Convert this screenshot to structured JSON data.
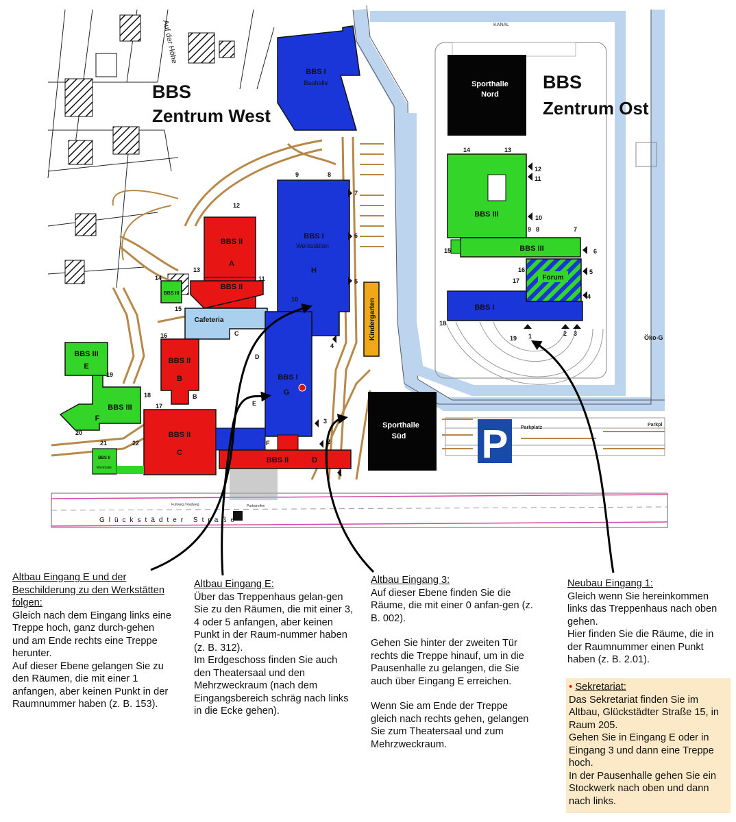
{
  "titles": {
    "west_line1": "BBS",
    "west_line2": "Zentrum West",
    "east_line1": "BBS",
    "east_line2": "Zentrum Ost"
  },
  "streets": {
    "top": "Auf der Höhe",
    "bottom": "Glückstädter Straße",
    "kanal": "KANAL",
    "footpath1": "Fußweg / Radweg",
    "footpath2": "Parkstreifen"
  },
  "buildings": {
    "bbs1_bauhalle": [
      "BBS I",
      "Bauhalle"
    ],
    "bbs1_werkstaetten": [
      "BBS I",
      "Werkstätten",
      "H"
    ],
    "bbs2_a": [
      "BBS II",
      "A"
    ],
    "bbs2_small": "BBS II",
    "bbs3_small": "BBS III",
    "cafeteria": "Cafeteria",
    "bbs2_b": [
      "BBS II",
      "B"
    ],
    "bbs1_g": [
      "BBS I",
      "G"
    ],
    "bbs3_e": [
      "BBS III",
      "E"
    ],
    "bbs3_f": [
      "BBS III",
      "F"
    ],
    "bbs2_c": [
      "BBS II",
      "C"
    ],
    "bbs2_werkhalle": [
      "BBS II",
      "Werkhalle"
    ],
    "bbs2_d": [
      "BBS II",
      "D"
    ],
    "kindergarten": "Kindergarten",
    "sporthalle_sued": [
      "Sporthalle",
      "Süd"
    ],
    "sporthalle_nord": [
      "Sporthalle",
      "Nord"
    ],
    "bbs3_ost": "BBS III",
    "bbs3_ost_lower": "BBS III",
    "forum": "Forum",
    "bbs1_ost": "BBS I",
    "parking_sign": "P",
    "parkplatz1": "Parkplatz",
    "parkplatz2": "Parkpl",
    "oeko": "Öko-G"
  },
  "letters": {
    "c": "C",
    "d": "D",
    "e": "E",
    "f": "F",
    "b": "B"
  },
  "entrances_west": {
    "e1": "1",
    "e2": "2",
    "e3": "3",
    "e4": "4",
    "e5": "5",
    "e6": "6",
    "e7": "7",
    "e8": "8",
    "e9": "9",
    "e10": "10",
    "e11": "11",
    "e12": "12",
    "e13": "13",
    "e14": "14",
    "e15": "15",
    "e16": "16",
    "e17": "17",
    "e18": "18",
    "e19": "19",
    "e20": "20",
    "e21": "21",
    "e22": "22"
  },
  "entrances_east": {
    "e1": "1",
    "e2": "2",
    "e3": "3",
    "e4": "4",
    "e5": "5",
    "e6": "6",
    "e7": "7",
    "e8": "8",
    "e9": "9",
    "e10": "10",
    "e11": "11",
    "e12": "12",
    "e13": "13",
    "e14": "14",
    "e15": "15",
    "e16": "16",
    "e17": "17",
    "e18": "18",
    "e19": "19"
  },
  "notes": {
    "n1": {
      "heading": "Altbau Eingang E und der Beschilderung zu den Werkstätten folgen:",
      "body": "Gleich nach dem Eingang links eine Treppe hoch, ganz durch-gehen und am Ende rechts eine Treppe herunter.\nAuf dieser Ebene gelangen Sie zu den Räumen, die mit einer 1 anfangen, aber keinen Punkt in der Raumnummer haben (z. B. 153)."
    },
    "n2": {
      "heading": "Altbau Eingang E:",
      "body": "Über das Treppenhaus gelan-gen Sie zu den Räumen, die mit einer 3, 4 oder 5 anfangen, aber keinen Punkt in der Raum-nummer haben (z. B. 312).\nIm Erdgeschoss finden Sie auch den Theatersaal und den Mehrzweckraum (nach dem Eingangsbereich schräg nach links in die Ecke gehen)."
    },
    "n3": {
      "heading": "Altbau Eingang 3:",
      "body1": "Auf dieser Ebene finden Sie die Räume, die mit einer 0 anfan-gen (z. B. 002).",
      "body2": "Gehen Sie hinter der zweiten Tür rechts die Treppe hinauf, um in die Pausenhalle zu gelangen, die Sie auch über Eingang E erreichen.",
      "body3": "Wenn Sie am Ende der Treppe gleich nach rechts gehen, gelangen Sie zum Theatersaal und zum Mehrzweckraum."
    },
    "n4": {
      "heading": "Neubau Eingang 1:",
      "body": "Gleich wenn Sie hereinkommen links das Treppenhaus nach oben gehen.\nHier finden Sie die Räume, die in der Raumnummer einen Punkt haben (z. B. 2.01)."
    },
    "n5": {
      "marker": "•",
      "heading": "Sekretariat:",
      "body": "Das Sekretariat finden Sie im Altbau, Glückstädter Straße 15, in Raum 205.\nGehen Sie in Eingang E oder in Eingang 3 und dann eine Treppe hoch.\nIn der Pausenhalle gehen Sie ein Stockwerk nach oben und dann nach links."
    }
  },
  "colors": {
    "bbs1": "#1a35d8",
    "bbs2": "#e81515",
    "bbs3": "#33d628",
    "cafeteria": "#aad0f0",
    "kindergarten": "#f0a818",
    "sporthalle": "#050505",
    "path": "#b88848",
    "water": "#bcd4ee",
    "parking": "#1a4aa8",
    "sekretariat_bg": "#fbe9c8"
  }
}
